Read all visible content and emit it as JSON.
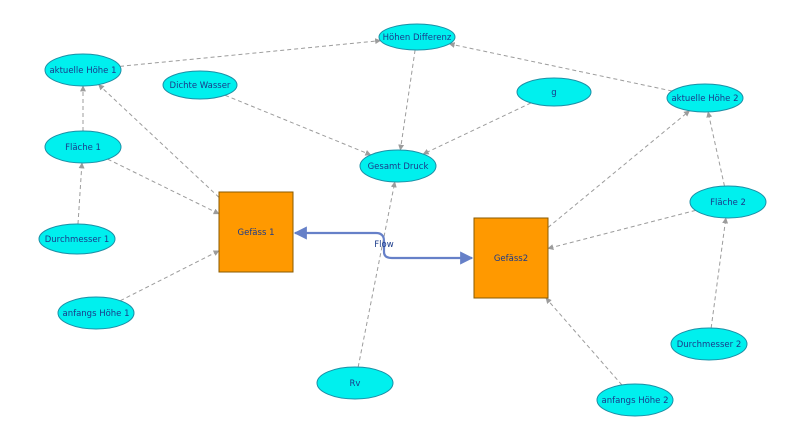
{
  "colors": {
    "variable_fill": "#00f0ee",
    "variable_stroke": "#1b8fa6",
    "stock_fill": "#ff9900",
    "stock_stroke": "#8a5a00",
    "link": "#9c9c9c",
    "flow": "#6680c8",
    "label": "#1a3a8a"
  },
  "nodes": [
    {
      "id": "hoehen-differenz",
      "type": "variable",
      "label": "Höhen Differenz"
    },
    {
      "id": "aktuelle-hoehe-1",
      "type": "variable",
      "label": "aktuelle Höhe 1"
    },
    {
      "id": "dichte-wasser",
      "type": "variable",
      "label": "Dichte Wasser"
    },
    {
      "id": "g",
      "type": "variable",
      "label": "g"
    },
    {
      "id": "aktuelle-hoehe-2",
      "type": "variable",
      "label": "aktuelle Höhe 2"
    },
    {
      "id": "flaeche-1",
      "type": "variable",
      "label": "Fläche 1"
    },
    {
      "id": "gesamt-druck",
      "type": "variable",
      "label": "Gesamt Druck"
    },
    {
      "id": "flaeche-2",
      "type": "variable",
      "label": "Fläche 2"
    },
    {
      "id": "durchmesser-1",
      "type": "variable",
      "label": "Durchmesser 1"
    },
    {
      "id": "anfangs-hoehe-1",
      "type": "variable",
      "label": "anfangs Höhe 1"
    },
    {
      "id": "durchmesser-2",
      "type": "variable",
      "label": "Durchmesser 2"
    },
    {
      "id": "rv",
      "type": "variable",
      "label": "Rv"
    },
    {
      "id": "anfangs-hoehe-2",
      "type": "variable",
      "label": "anfangs Höhe 2"
    },
    {
      "id": "gefaess-1",
      "type": "stock",
      "label": "Gefäss 1"
    },
    {
      "id": "gefaess-2",
      "type": "stock",
      "label": "Gefäss2"
    }
  ],
  "links": [
    {
      "from": "aktuelle-hoehe-1",
      "to": "hoehen-differenz"
    },
    {
      "from": "aktuelle-hoehe-2",
      "to": "hoehen-differenz"
    },
    {
      "from": "hoehen-differenz",
      "to": "gesamt-druck"
    },
    {
      "from": "dichte-wasser",
      "to": "gesamt-druck"
    },
    {
      "from": "g",
      "to": "gesamt-druck"
    },
    {
      "from": "flaeche-1",
      "to": "aktuelle-hoehe-1"
    },
    {
      "from": "gefaess-1",
      "to": "aktuelle-hoehe-1"
    },
    {
      "from": "durchmesser-1",
      "to": "flaeche-1"
    },
    {
      "from": "flaeche-1",
      "to": "gefaess-1"
    },
    {
      "from": "anfangs-hoehe-1",
      "to": "gefaess-1"
    },
    {
      "from": "flaeche-2",
      "to": "aktuelle-hoehe-2"
    },
    {
      "from": "gefaess-2",
      "to": "aktuelle-hoehe-2"
    },
    {
      "from": "durchmesser-2",
      "to": "flaeche-2"
    },
    {
      "from": "flaeche-2",
      "to": "gefaess-2"
    },
    {
      "from": "anfangs-hoehe-2",
      "to": "gefaess-2"
    },
    {
      "from": "rv",
      "to": "gesamt-druck"
    }
  ],
  "flow": {
    "from": "gefaess-1",
    "to": "gefaess-2",
    "label": "Flow"
  }
}
